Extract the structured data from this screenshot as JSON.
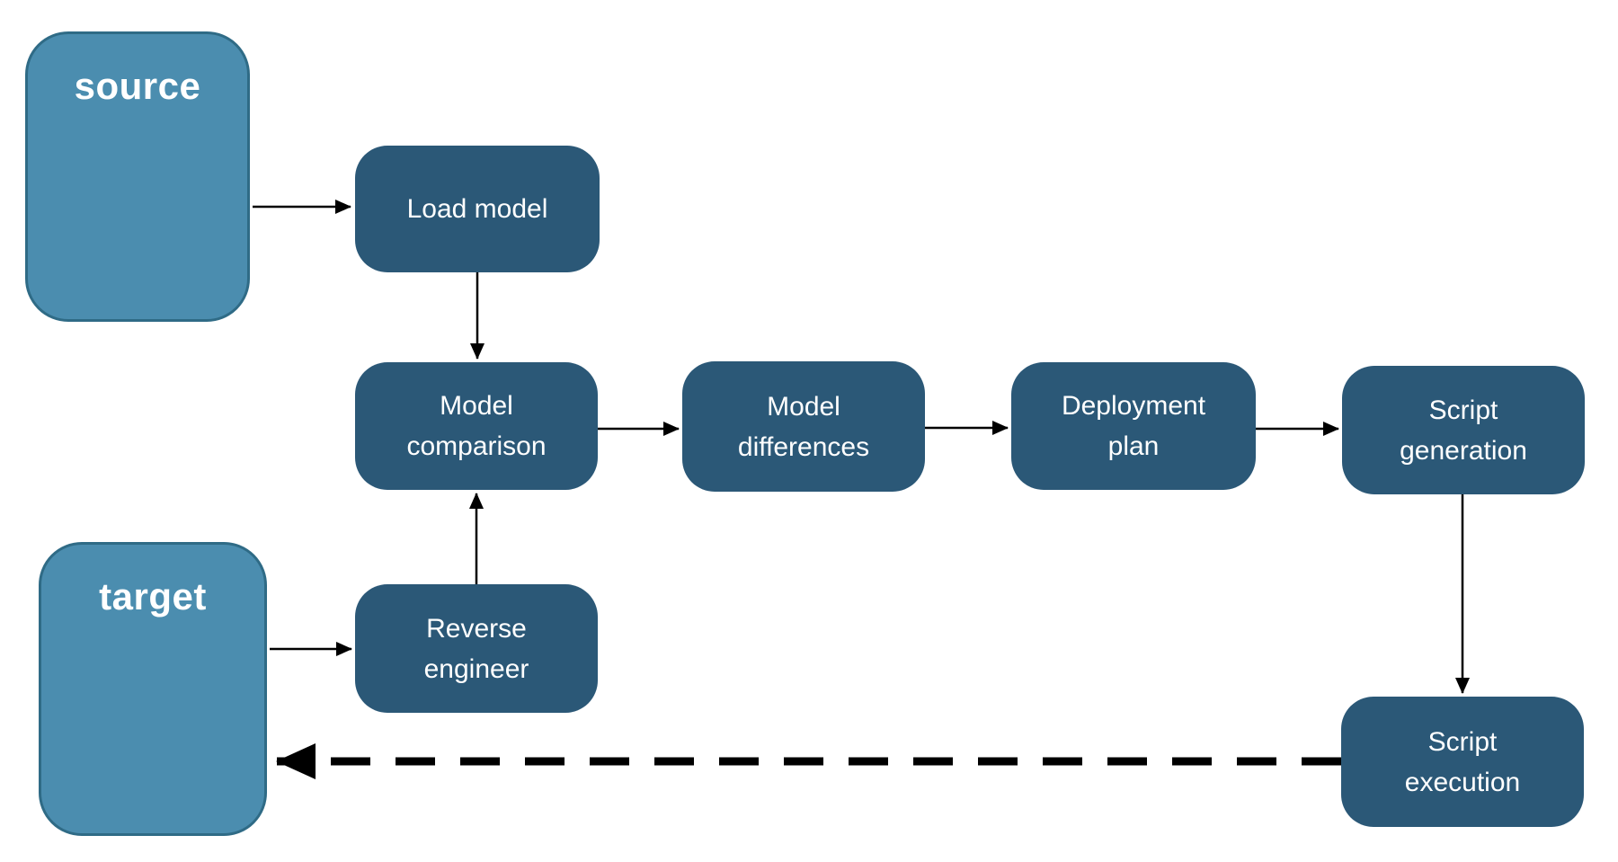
{
  "diagram": {
    "colors": {
      "background": "#FFFFFF",
      "container_fill": "#4B8DAF",
      "container_border": "#2F6B86",
      "node_fill": "#2B5877",
      "arrow": "#000000",
      "text": "#FFFFFF"
    },
    "containers": {
      "source": {
        "label": "source",
        "icon": "package-icon"
      },
      "target": {
        "label": "target",
        "icon": "database-icon"
      }
    },
    "nodes": {
      "load_model": {
        "label": "Load model"
      },
      "model_comparison": {
        "label": "Model comparison"
      },
      "model_differences": {
        "label": "Model differences"
      },
      "deployment_plan": {
        "label": "Deployment plan"
      },
      "script_generation": {
        "label": "Script generation"
      },
      "script_execution": {
        "label": "Script execution"
      },
      "reverse_engineer": {
        "label": "Reverse engineer"
      }
    },
    "edges": [
      {
        "from": "source",
        "to": "load_model",
        "style": "solid"
      },
      {
        "from": "load_model",
        "to": "model_comparison",
        "style": "solid"
      },
      {
        "from": "model_comparison",
        "to": "model_differences",
        "style": "solid"
      },
      {
        "from": "model_differences",
        "to": "deployment_plan",
        "style": "solid"
      },
      {
        "from": "deployment_plan",
        "to": "script_generation",
        "style": "solid"
      },
      {
        "from": "script_generation",
        "to": "script_execution",
        "style": "solid"
      },
      {
        "from": "target",
        "to": "reverse_engineer",
        "style": "solid"
      },
      {
        "from": "reverse_engineer",
        "to": "model_comparison",
        "style": "solid"
      },
      {
        "from": "script_execution",
        "to": "target",
        "style": "dashed"
      }
    ]
  }
}
